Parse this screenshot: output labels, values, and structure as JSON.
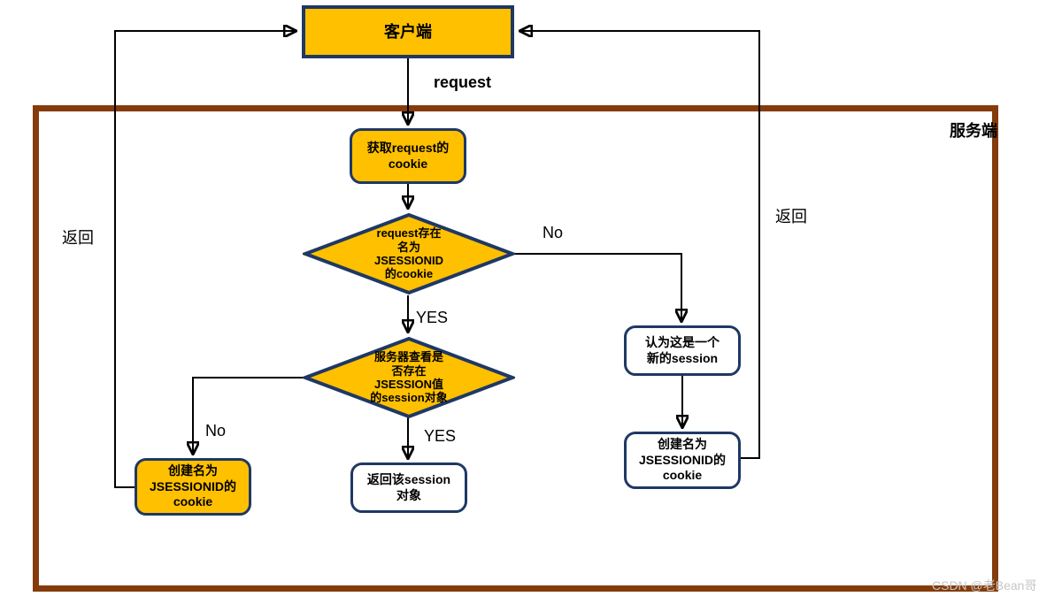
{
  "diagram": {
    "client_label": "客户端",
    "server_label": "服务端",
    "watermark": "CSDN @老Bean哥"
  },
  "nodes": {
    "get_cookie": "获取request的\ncookie",
    "check_jsessionid_cookie": "request存在\n名为\nJSESSIONID\n的cookie",
    "check_session_object": "服务器查看是\n否存在\nJSESSION值\n的session对象",
    "new_session": "认为这是一个\n新的session",
    "create_cookie_left": "创建名为\nJSESSIONID的\ncookie",
    "return_session": "返回该session\n对象",
    "create_cookie_right": "创建名为\nJSESSIONID的\ncookie"
  },
  "edge_labels": {
    "request": "request",
    "no_cookie": "No",
    "yes_cookie": "YES",
    "no_session": "No",
    "yes_session": "YES",
    "return_left": "返回",
    "return_right": "返回"
  },
  "colors": {
    "node_fill": "#FFC000",
    "node_border": "#1F3864",
    "server_border": "#843C0C",
    "connector": "#000000",
    "watermark_text": "#c9c6c3"
  }
}
